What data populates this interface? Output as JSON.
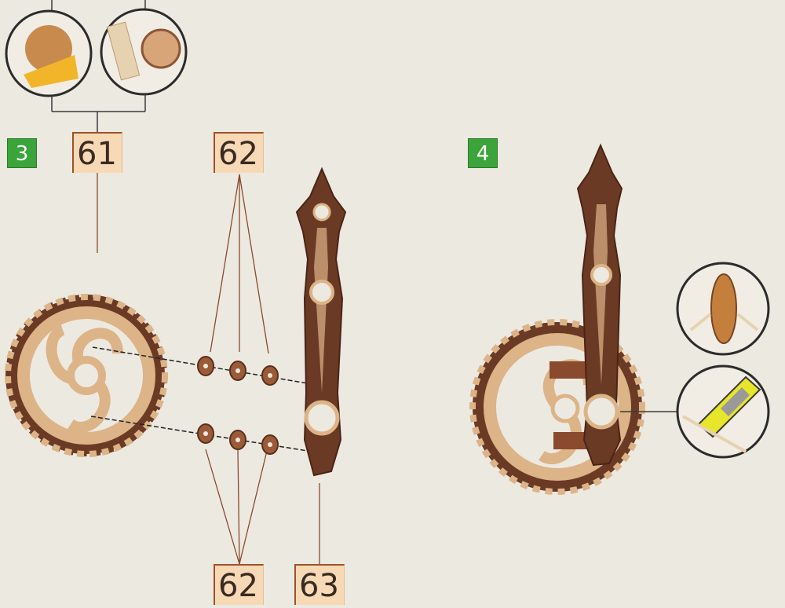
{
  "steps": {
    "s3": "3",
    "s4": "4"
  },
  "parts": {
    "p61": "61",
    "p62_top": "62",
    "p62_bottom": "62",
    "p63": "63"
  },
  "colors": {
    "background": "#ece9e1",
    "step_badge": "#3ba43a",
    "part_label": "#f7d9b6",
    "wood_light": "#dcb487",
    "wood_dark": "#6b3a25",
    "leader": "#8b4a2b"
  },
  "icons": [
    "gear-icon",
    "crank-arm-icon",
    "spacer-icon",
    "glue-detail-icon",
    "knife-detail-icon"
  ]
}
